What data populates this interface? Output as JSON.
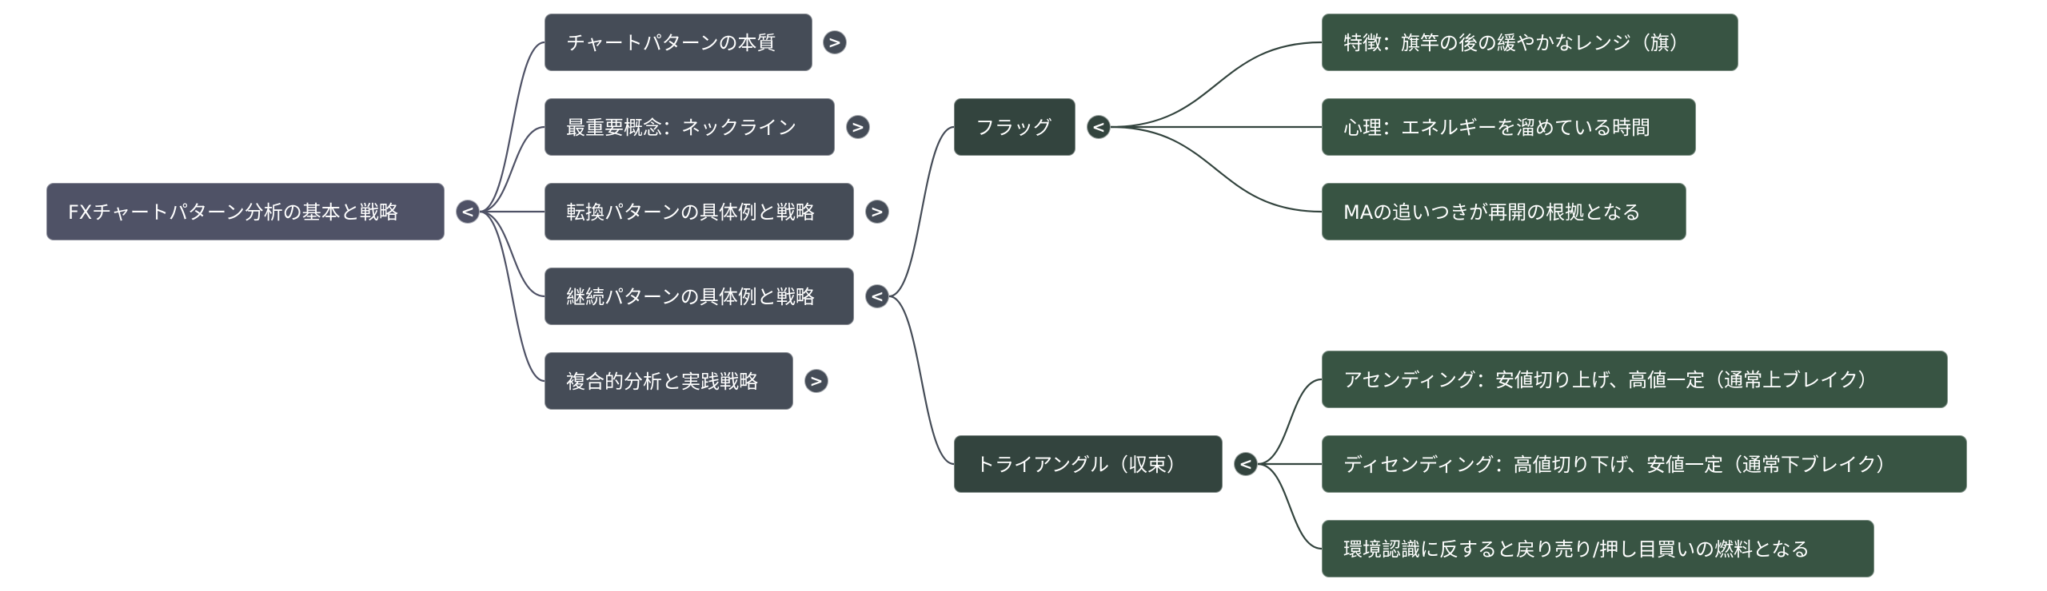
{
  "mindmap": {
    "root": {
      "label": "FXチャートパターン分析の基本と戦略",
      "toggle": "<",
      "toggle_state": "expanded"
    },
    "branches": [
      {
        "label": "チャートパターンの本質",
        "toggle": ">",
        "toggle_state": "collapsed"
      },
      {
        "label": "最重要概念：ネックライン",
        "toggle": ">",
        "toggle_state": "collapsed"
      },
      {
        "label": "転換パターンの具体例と戦略",
        "toggle": ">",
        "toggle_state": "collapsed"
      },
      {
        "label": "継続パターンの具体例と戦略",
        "toggle": "<",
        "toggle_state": "expanded",
        "children": [
          {
            "label": "フラッグ",
            "toggle": "<",
            "toggle_state": "expanded",
            "children": [
              {
                "label": "特徴：旗竿の後の緩やかなレンジ（旗）"
              },
              {
                "label": "心理：エネルギーを溜めている時間"
              },
              {
                "label": "MAの追いつきが再開の根拠となる"
              }
            ]
          },
          {
            "label": "トライアングル（収束）",
            "toggle": "<",
            "toggle_state": "expanded",
            "children": [
              {
                "label": "アセンディング：安値切り上げ、高値一定（通常上ブレイク）"
              },
              {
                "label": "ディセンディング：高値切り下げ、安値一定（通常下ブレイク）"
              },
              {
                "label": "環境認識に反すると戻り売り/押し目買いの燃料となる"
              }
            ]
          }
        ]
      },
      {
        "label": "複合的分析と実践戦略",
        "toggle": ">",
        "toggle_state": "collapsed"
      }
    ],
    "colors": {
      "root": "#4f5266",
      "level1": "#454c57",
      "level2": "#33443e",
      "level3": "#385443",
      "root_edge": "#4f5266",
      "branch_edge": "#33443e"
    }
  }
}
